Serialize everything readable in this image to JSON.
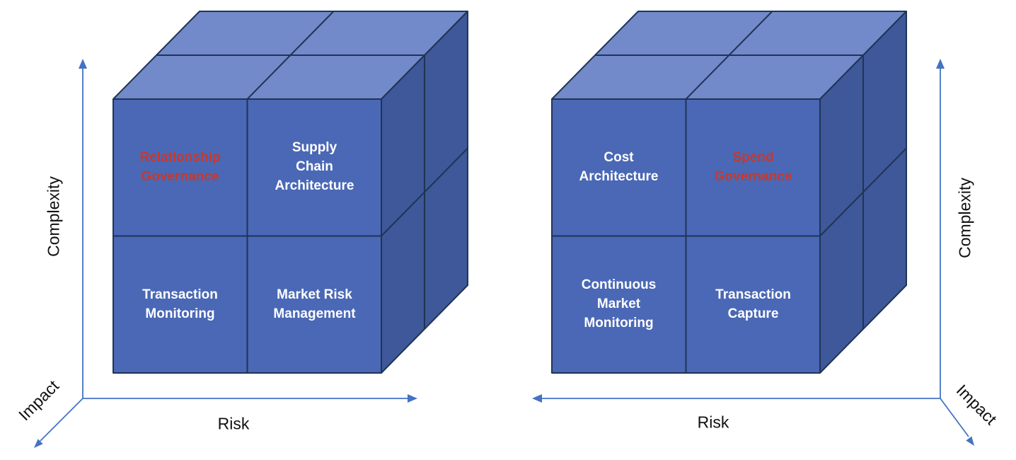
{
  "colors": {
    "cube_front": "#4a68b5",
    "cube_top": "#7289ca",
    "cube_side": "#3e5899",
    "cube_edge": "#1f3456",
    "axis": "#4472c4",
    "quadrant_text": "#ffffff",
    "highlight_text": "#c33a32",
    "axis_label_text": "#111111"
  },
  "diagrams": [
    {
      "name": "left-cube-diagram",
      "axis_labels": {
        "vertical": "Complexity",
        "horizontal": "Risk",
        "depth": "Impact"
      },
      "quadrants": [
        {
          "position": "top-left",
          "label": "Relationship\nGovernance",
          "highlighted": true
        },
        {
          "position": "top-right",
          "label": "Supply\nChain\nArchitecture",
          "highlighted": false
        },
        {
          "position": "bottom-left",
          "label": "Transaction\nMonitoring",
          "highlighted": false
        },
        {
          "position": "bottom-right",
          "label": "Market Risk\nManagement",
          "highlighted": false
        }
      ]
    },
    {
      "name": "right-cube-diagram",
      "axis_labels": {
        "vertical": "Complexity",
        "horizontal": "Risk",
        "depth": "Impact"
      },
      "quadrants": [
        {
          "position": "top-left",
          "label": "Cost\nArchitecture",
          "highlighted": false
        },
        {
          "position": "top-right",
          "label": "Spend\nGovernance",
          "highlighted": true
        },
        {
          "position": "bottom-left",
          "label": "Continuous\nMarket\nMonitoring",
          "highlighted": false
        },
        {
          "position": "bottom-right",
          "label": "Transaction\nCapture",
          "highlighted": false
        }
      ]
    }
  ]
}
